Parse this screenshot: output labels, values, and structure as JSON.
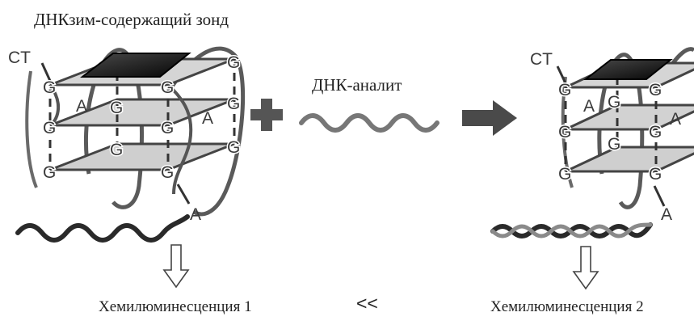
{
  "labels": {
    "title": "ДНКзим-содержащий зонд",
    "analyte": "ДНК-аналит",
    "result_left": "Хемилюминесценция 1",
    "result_right": "Хемилюминесценция 2",
    "comparison": "<<"
  },
  "nucleotides": {
    "ct": "CT",
    "g": "G",
    "a": "A"
  },
  "colors": {
    "strand": "#3c3c3c",
    "plate": "#c8c8c8",
    "hemin": "#111111",
    "arrow": "#5a5a5a"
  }
}
